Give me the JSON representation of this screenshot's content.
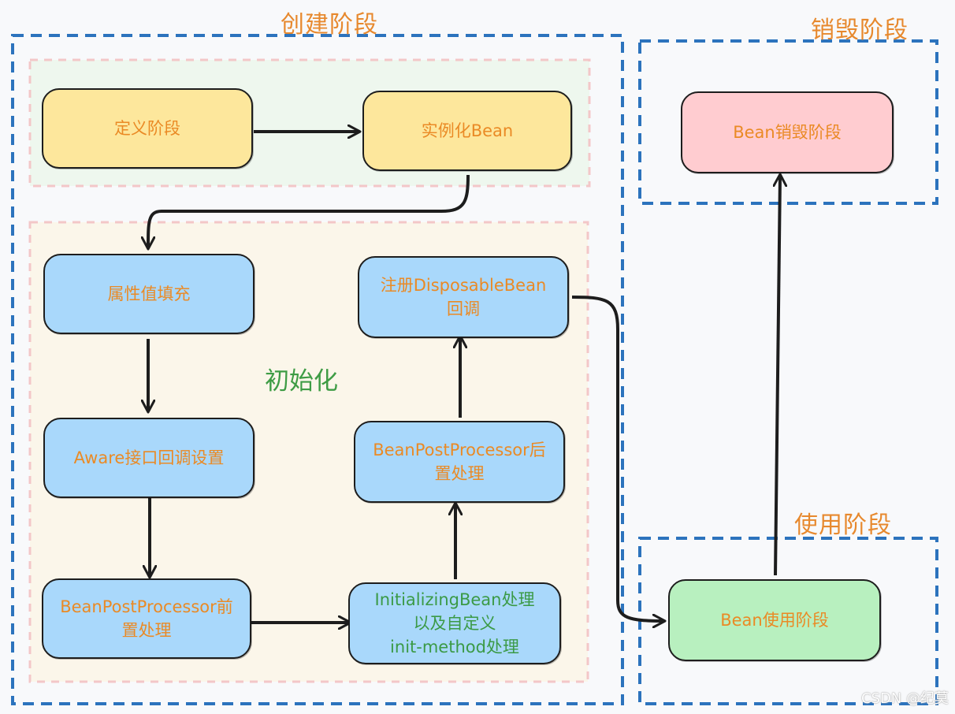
{
  "colors": {
    "blue_dash": "#2c73bd",
    "pink_dash": "#f3c7c8",
    "title_orange": "#e7892e",
    "init_green": "#3e9c45",
    "node_yellow": "#fde79c",
    "node_blue": "#a9d8fb",
    "node_pink": "#ffccd0",
    "node_green": "#b8f0bf"
  },
  "titles": {
    "create_stage": "创建阶段",
    "destroy_stage": "销毁阶段",
    "use_stage": "使用阶段",
    "initialization": "初始化"
  },
  "nodes": {
    "definition": "定义阶段",
    "instantiate": "实例化Bean",
    "property_fill": "属性值填充",
    "aware_callback": "Aware接口回调设置",
    "bpp_before_line1": "BeanPostProcessor前",
    "bpp_before_line2": "置处理",
    "initializing_line1": "InitializingBean处理",
    "initializing_line2": "以及自定义",
    "initializing_line3": "init-method处理",
    "bpp_after_line1": "BeanPostProcessor后",
    "bpp_after_line2": "置处理",
    "register_disposable_line1": "注册DisposableBean",
    "register_disposable_line2": "回调",
    "bean_destroy": "Bean销毁阶段",
    "bean_use": "Bean使用阶段"
  },
  "watermark": "CSDN @纪莫"
}
